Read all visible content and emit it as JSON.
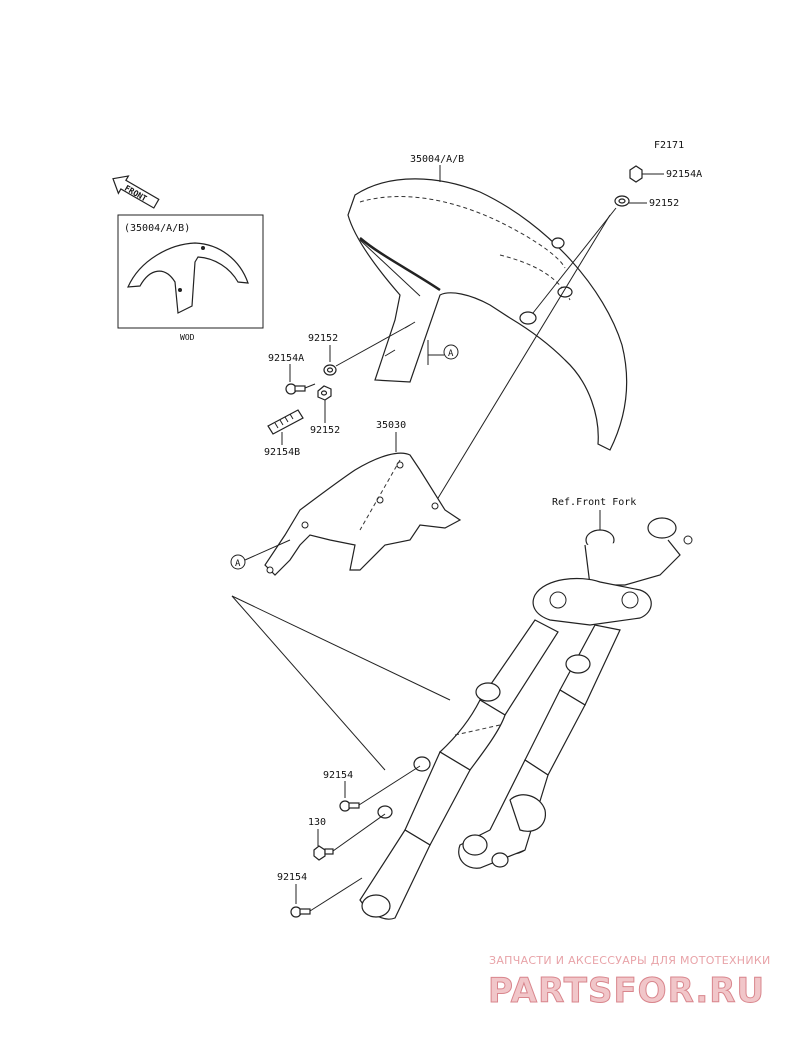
{
  "diagram": {
    "figure_code": "F2171",
    "front_arrow": "FRONT",
    "inset_title": "(35004/A/B)",
    "inset_caption": "WOD",
    "callouts": {
      "fender": "35004/A/B",
      "bolt_top_right": "92154A",
      "washer_top_right": "92152",
      "washer_left_upper": "92152",
      "bolt_left_upper": "92154A",
      "washer_left_lower": "92152",
      "bolt_left_lower": "92154B",
      "bracket": "35030",
      "fork_ref": "Ref.Front Fork",
      "bolt_lower_1": "92154",
      "bolt_lower_2": "130",
      "bolt_lower_3": "92154",
      "marker_a_upper": "A",
      "marker_a_lower": "A"
    }
  },
  "watermark": {
    "line1": "ЗАПЧАСТИ И АКСЕССУАРЫ ДЛЯ МОТОТЕХНИКИ",
    "line2": "PARTSFOR.RU"
  }
}
